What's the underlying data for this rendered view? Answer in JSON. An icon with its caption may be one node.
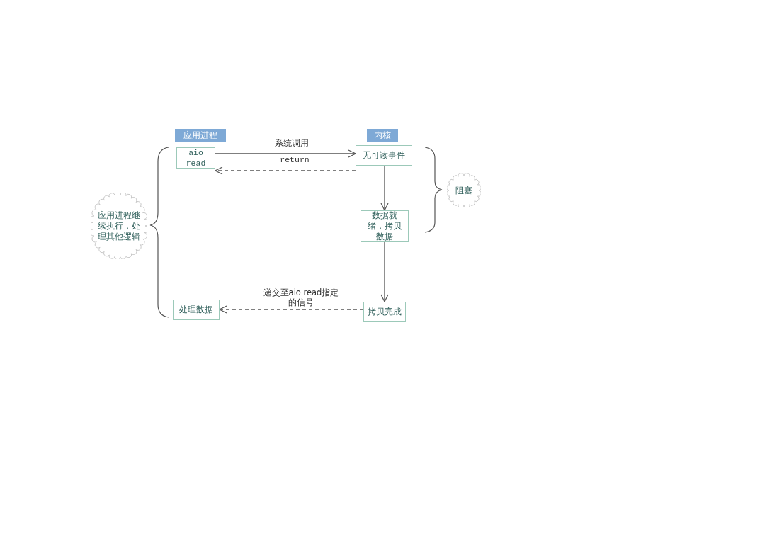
{
  "diagram": {
    "nodes": [
      {
        "text": [
          "应用进程"
        ]
      },
      {
        "text": [
          "内核"
        ]
      },
      {
        "text": [
          "aio read"
        ]
      },
      {
        "text": [
          "无可读事件"
        ]
      },
      {
        "text": [
          "数据就绪，拷贝数据"
        ]
      },
      {
        "text": [
          "拷贝完成"
        ]
      },
      {
        "text": [
          "处理数据"
        ]
      },
      {
        "text": [
          "应用进程继续执行，处理其他逻辑"
        ]
      },
      {
        "text": [
          "阻塞"
        ]
      }
    ],
    "edges": [
      {
        "from": 2,
        "to": 3,
        "arrow": "to",
        "label": "系统调用"
      },
      {
        "from": 3,
        "to": 2,
        "arrow": "to",
        "label": "return",
        "style": "dashed"
      },
      {
        "from": 3,
        "to": 4,
        "arrow": "to"
      },
      {
        "from": 4,
        "to": 5,
        "arrow": "to"
      },
      {
        "from": 5,
        "to": 6,
        "arrow": "to",
        "label": "递交至aio read指定的信号",
        "style": "dashed"
      }
    ]
  }
}
